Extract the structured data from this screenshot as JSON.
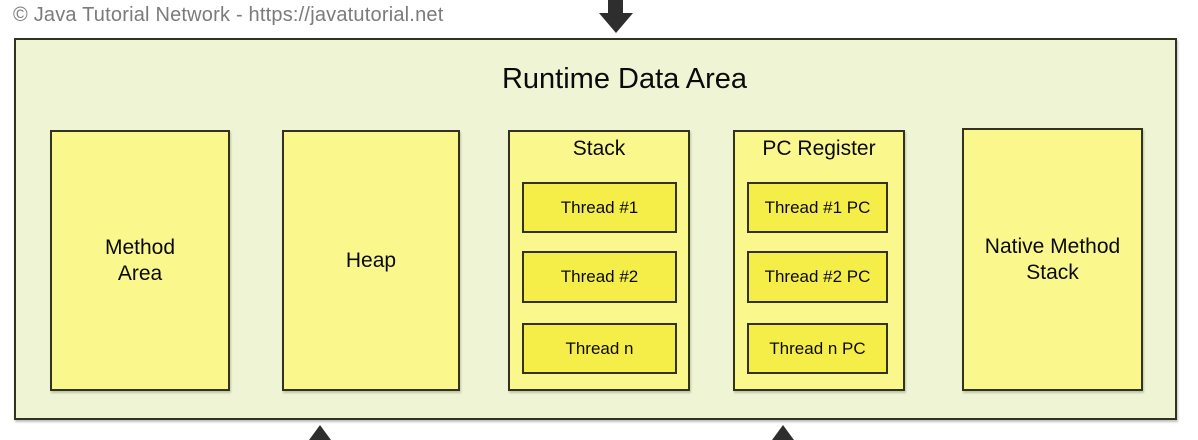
{
  "watermark": {
    "text": "© Java Tutorial Network - https://javatutorial.net"
  },
  "diagram": {
    "title": "Runtime Data Area",
    "method_area": {
      "label": "Method Area"
    },
    "heap": {
      "label": "Heap"
    },
    "stack": {
      "label": "Stack",
      "threads": [
        "Thread #1",
        "Thread #2",
        "Thread n"
      ]
    },
    "pc_register": {
      "label": "PC Register",
      "threads": [
        "Thread #1 PC",
        "Thread #2 PC",
        "Thread n PC"
      ]
    },
    "native_method_stack": {
      "label": "Native Method Stack"
    }
  },
  "icons": {
    "top_arrow": "arrow-down-icon",
    "bottom_left_arrow": "arrow-up-icon",
    "bottom_right_arrow": "arrow-up-icon"
  },
  "colors": {
    "page_bg": "#ffffff",
    "container_bg": "#eff5d4",
    "box_bg": "#faf78d",
    "thread_box_bg": "#f6ee48",
    "border": "#32321f",
    "label_text": "#0a0a0a",
    "watermark_text": "#7b7b7b",
    "arrow": "#2e2e2e"
  }
}
